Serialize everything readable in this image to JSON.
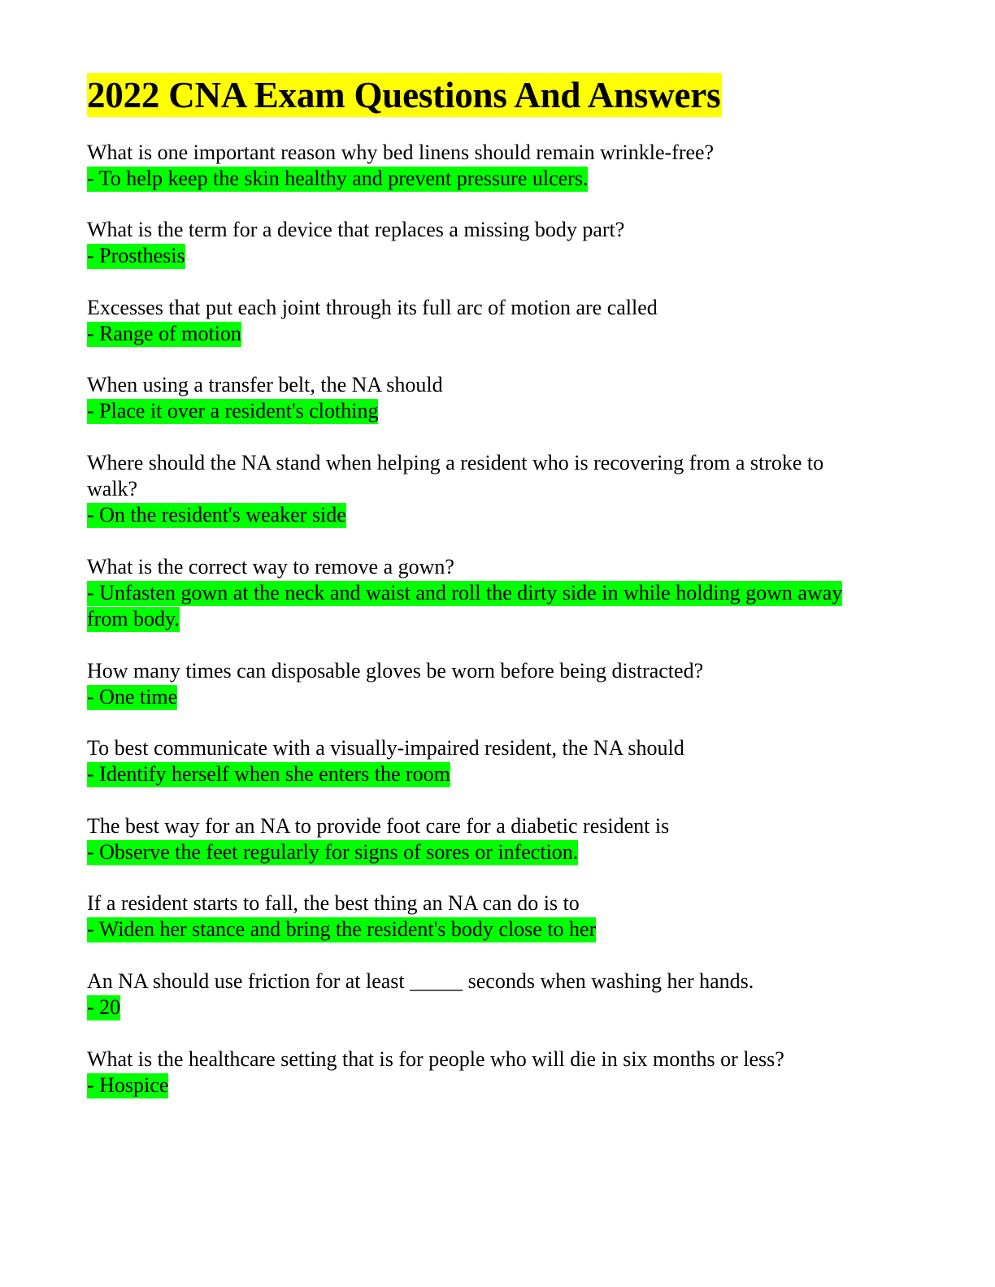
{
  "document": {
    "title": "2022 CNA Exam Questions And Answers",
    "colors": {
      "title_highlight": "#ffff00",
      "answer_highlight": "#00ff00",
      "text": "#000000"
    },
    "items": [
      {
        "question": "What is one important reason why bed linens should remain wrinkle-free?",
        "answer": "- To help keep the skin healthy and prevent pressure ulcers."
      },
      {
        "question": "What is the term for a device that replaces a missing body part?",
        "answer": "- Prosthesis"
      },
      {
        "question": "Excesses that put each joint through its full arc of motion are called",
        "answer": "- Range of motion"
      },
      {
        "question": "When using a transfer belt, the NA should",
        "answer": "- Place it over a resident's clothing"
      },
      {
        "question": "Where should the NA stand when helping a resident who is recovering from a stroke to walk?",
        "answer": "- On the resident's weaker side"
      },
      {
        "question": "What is the correct way to remove a gown?",
        "answer": "- Unfasten gown at the neck and waist and roll the dirty side in while holding gown away from body."
      },
      {
        "question": "How many times can disposable gloves be worn before being distracted?",
        "answer": "- One time"
      },
      {
        "question": "To best communicate with a visually-impaired resident, the NA should",
        "answer": "- Identify herself when she enters the room"
      },
      {
        "question": "The best way for an NA to provide foot care for a diabetic resident is",
        "answer": "- Observe the feet regularly for signs of sores or infection."
      },
      {
        "question": "If a resident starts to fall, the best thing an NA can do is to",
        "answer": "- Widen her stance and bring the resident's body close to her"
      },
      {
        "question": "An NA should use friction for at least _____ seconds when washing her hands.",
        "answer": "- 20"
      },
      {
        "question": "What is the healthcare setting that is for people who will die in six months or less?",
        "answer": "- Hospice"
      }
    ]
  }
}
